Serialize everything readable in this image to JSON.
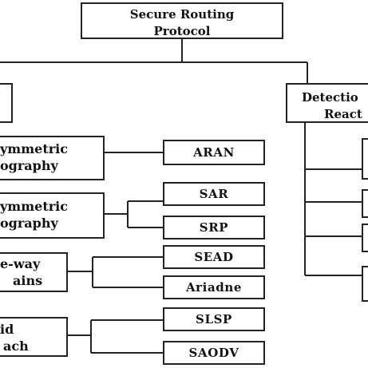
{
  "root": {
    "line1": "Secure Routing",
    "line2": "Protocol"
  },
  "right_top": {
    "line1": "Detectio",
    "line2": "React"
  },
  "groups": [
    {
      "line1": "ymmetric",
      "line2": "ography"
    },
    {
      "line1": "ymmetric",
      "line2": "ography"
    },
    {
      "line1": "e-way",
      "line2": "ains"
    },
    {
      "line1": "id",
      "line2": "ach"
    }
  ],
  "leaves": [
    "ARAN",
    "SAR",
    "SRP",
    "SEAD",
    "Ariadne",
    "SLSP",
    "SAODV"
  ]
}
